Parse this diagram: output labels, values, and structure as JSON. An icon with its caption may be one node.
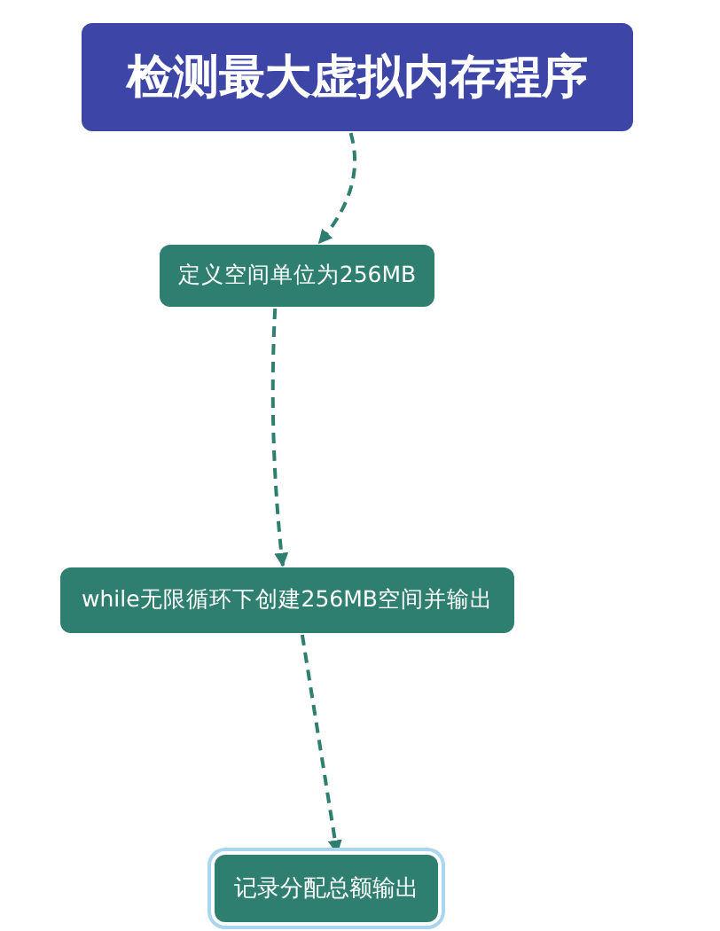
{
  "diagram": {
    "nodes": [
      {
        "text": [
          "检测最大虚拟内存程序"
        ]
      },
      {
        "text": [
          "定义空间单位为256MB"
        ]
      },
      {
        "text": [
          "while无限循环下创建256MB空间并输出"
        ]
      },
      {
        "text": [
          "记录分配总额输出"
        ]
      }
    ],
    "edges": [
      {
        "from": 0,
        "to": 1,
        "arrow": "to",
        "style": "dashed"
      },
      {
        "from": 1,
        "to": 2,
        "arrow": "to",
        "style": "dashed"
      },
      {
        "from": 2,
        "to": 3,
        "arrow": "to",
        "style": "dashed"
      }
    ]
  }
}
